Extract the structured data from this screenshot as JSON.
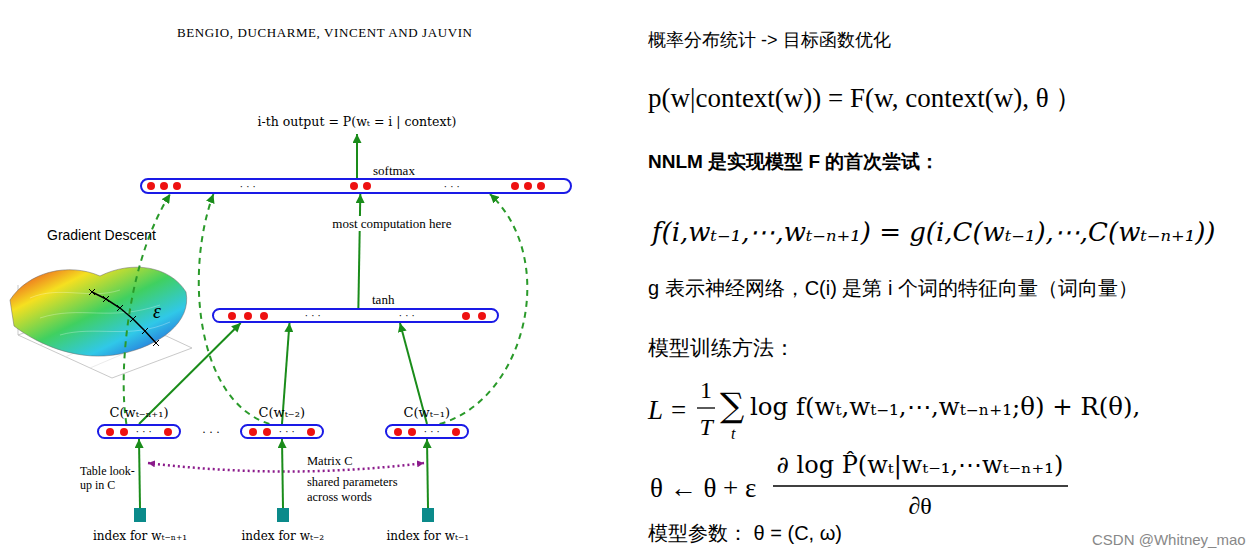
{
  "diagram": {
    "nodes": [
      {
        "text": [
          "softmax",
          "· · ·",
          "· · ·"
        ]
      },
      {
        "text": [
          "tanh",
          "· · ·",
          "· · ·"
        ]
      },
      {
        "text": [
          "C(wₜ₋ₙ₊₁)",
          "· · ·"
        ]
      },
      {
        "text": [
          "C(wₜ₋₂)",
          "· · ·"
        ]
      },
      {
        "text": [
          "C(wₜ₋₁)",
          "· · ·"
        ]
      },
      {
        "text": [
          "index for wₜ₋ₙ₊₁"
        ]
      },
      {
        "text": [
          "index for wₜ₋₂"
        ]
      },
      {
        "text": [
          "index for wₜ₋₁"
        ]
      }
    ],
    "edges": [
      {
        "from": 5,
        "to": 2,
        "arrow": "to"
      },
      {
        "from": 6,
        "to": 3,
        "arrow": "to"
      },
      {
        "from": 7,
        "to": 4,
        "arrow": "to"
      },
      {
        "from": 2,
        "to": 1,
        "arrow": "to"
      },
      {
        "from": 3,
        "to": 1,
        "arrow": "to"
      },
      {
        "from": 4,
        "to": 1,
        "arrow": "to"
      },
      {
        "from": 1,
        "to": 0,
        "label": "most computation here",
        "arrow": "to"
      },
      {
        "from": 2,
        "to": 0,
        "arrow": "to"
      },
      {
        "from": 3,
        "to": 0,
        "arrow": "to"
      },
      {
        "from": 4,
        "to": 0,
        "arrow": "to"
      }
    ],
    "labels": [
      "BENGIO, DUCHARME, VINCENT AND JAUVIN",
      "i-th output = P(wₜ = i | context)",
      "· · ·",
      "Gradient Descent",
      "ε",
      "Table look-up in C",
      "Matrix C",
      "shared parameters across words",
      "概率分布统计 -> 目标函数优化",
      "p(w|context(w)) = F(w, context(w), θ ）",
      "NNLM 是实现模型 F 的首次尝试：",
      "f(i,wₜ₋₁,⋯,wₜ₋ₙ₊₁) = g(i,C(wₜ₋₁),⋯,C(wₜ₋ₙ₊₁))",
      "g 表示神经网络，C(i) 是第 i 个词的特征向量（词向量）",
      "模型训练方法：",
      "L =",
      "1",
      "T",
      "∑",
      "t",
      "log f(wₜ,wₜ₋₁,⋯,wₜ₋ₙ₊₁;θ) + R(θ),",
      "θ ← θ + ε",
      "∂ log P̂(wₜ|wₜ₋₁,⋯wₜ₋ₙ₊₁)",
      "∂θ",
      "模型参数：  θ = (C, ω)",
      "CSDN @Whitney_mao"
    ]
  }
}
